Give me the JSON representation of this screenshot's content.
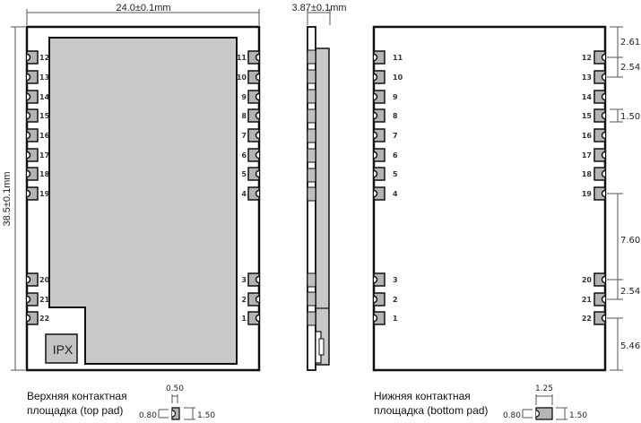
{
  "front_view": {
    "width_label": "24.0±0.1mm",
    "height_label": "38.5±0.1mm",
    "antenna_connector_label": "IPX",
    "left_pins": [
      "12",
      "13",
      "14",
      "15",
      "16",
      "17",
      "18",
      "19",
      "20",
      "21",
      "22"
    ],
    "right_pins": [
      "11",
      "10",
      "9",
      "8",
      "7",
      "6",
      "5",
      "4",
      "3",
      "2",
      "1"
    ]
  },
  "side_view": {
    "thickness_label": "3.87±0.1mm"
  },
  "bottom_view": {
    "left_pins": [
      "11",
      "10",
      "9",
      "8",
      "7",
      "6",
      "5",
      "4",
      "3",
      "2",
      "1"
    ],
    "right_pins": [
      "12",
      "13",
      "14",
      "15",
      "16",
      "17",
      "18",
      "19",
      "20",
      "21",
      "22"
    ],
    "dimensions": {
      "top_to_first_pin": "2.61",
      "pin_pitch": "2.54",
      "pad_height": "1.50",
      "gap_19_to_20": "7.60",
      "pitch_20_21": "2.54",
      "last_pin_to_bottom": "5.46"
    }
  },
  "top_pad": {
    "caption_line1": "Верхняя контактная",
    "caption_line2": "площадка (top pad)",
    "width": "0.50",
    "notch": "0.80",
    "height": "1.50"
  },
  "bottom_pad": {
    "caption_line1": "Нижняя контактная",
    "caption_line2": "площадка (bottom pad)",
    "width": "1.25",
    "notch": "0.80",
    "height": "1.50"
  },
  "colors": {
    "outline": "#111111",
    "shield_fill": "#c8c8c8",
    "pad_fill": "#b4b4b4"
  }
}
